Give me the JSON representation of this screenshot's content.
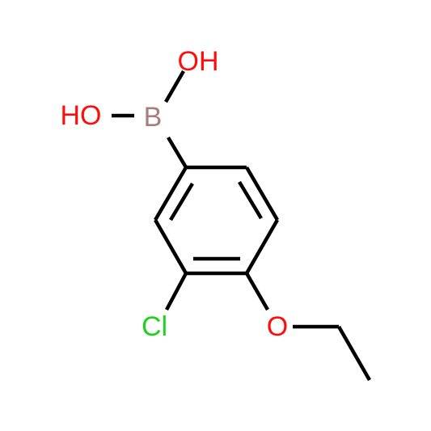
{
  "molecule": {
    "atoms": {
      "oh_top": {
        "text": "OH",
        "color": "#ff0d0d"
      },
      "ho_left": {
        "text": "HO",
        "color": "#ff0d0d"
      },
      "boron": {
        "text": "B",
        "color": "#a87e79"
      },
      "chlorine": {
        "text": "Cl",
        "color": "#1fd11f"
      },
      "ether_oxygen": {
        "text": "O",
        "color": "#ff0d0d"
      }
    }
  }
}
